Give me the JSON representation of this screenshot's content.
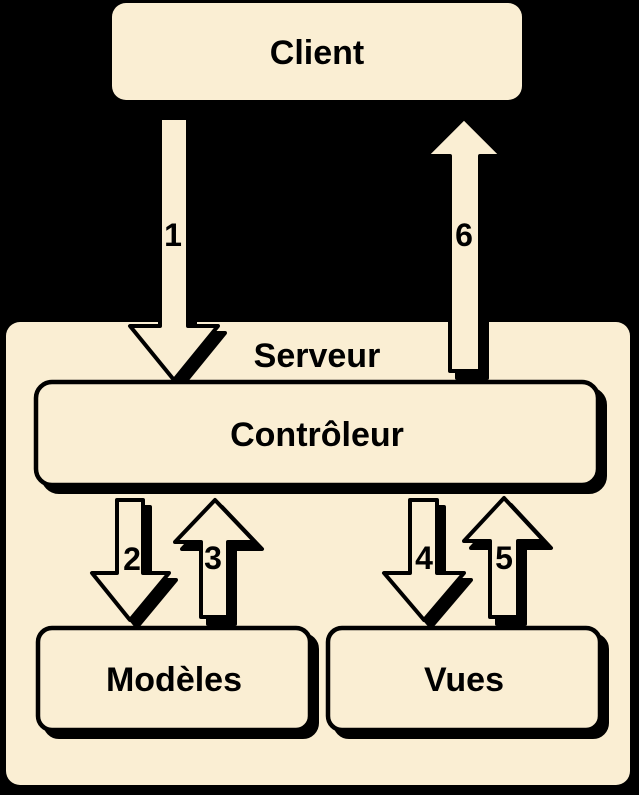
{
  "diagram": {
    "colors": {
      "background": "#000000",
      "box_fill": "#FAEED3",
      "outline": "#000000",
      "text": "#000000"
    },
    "nodes": {
      "client": {
        "label": "Client"
      },
      "serveur": {
        "label": "Serveur"
      },
      "controleur": {
        "label": "Contrôleur"
      },
      "modeles": {
        "label": "Modèles"
      },
      "vues": {
        "label": "Vues"
      }
    },
    "arrows": [
      {
        "label": "1",
        "direction": "down",
        "from": "Client",
        "to": "Contrôleur"
      },
      {
        "label": "2",
        "direction": "down",
        "from": "Contrôleur",
        "to": "Modèles"
      },
      {
        "label": "3",
        "direction": "up",
        "from": "Modèles",
        "to": "Contrôleur"
      },
      {
        "label": "4",
        "direction": "down",
        "from": "Contrôleur",
        "to": "Vues"
      },
      {
        "label": "5",
        "direction": "up",
        "from": "Vues",
        "to": "Contrôleur"
      },
      {
        "label": "6",
        "direction": "up",
        "from": "Contrôleur",
        "to": "Client"
      }
    ]
  }
}
